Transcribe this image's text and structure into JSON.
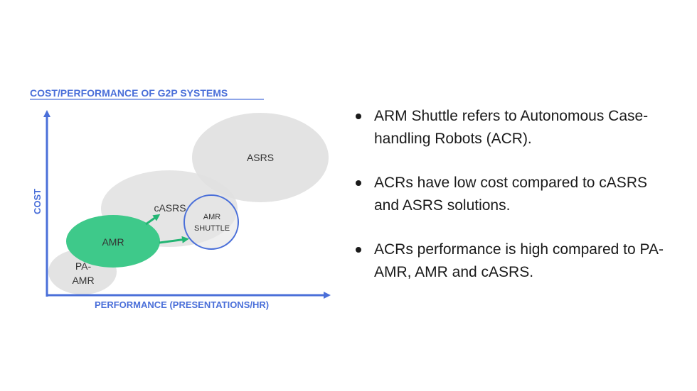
{
  "diagram": {
    "title": "COST/PERFORMANCE OF G2P SYSTEMS",
    "y_axis_label": "COST",
    "x_axis_label": "PERFORMANCE (PRESENTATIONS/HR)",
    "nodes": {
      "asrs": "ASRS",
      "casrs": "cASRS",
      "amr": "AMR",
      "pa_amr_line1": "PA-",
      "pa_amr_line2": "AMR",
      "amr_shuttle_line1": "AMR",
      "amr_shuttle_line2": "SHUTTLE"
    },
    "colors": {
      "axis": "#4a6fd9",
      "title": "#4a6fd9",
      "gray_ellipse": "#e0e0e0",
      "amr_fill": "#3ec98a",
      "arrow": "#22b573",
      "shuttle_stroke": "#4a6fd9"
    }
  },
  "bullets": [
    "ARM Shuttle refers to Autonomous Case-handling Robots (ACR).",
    "ACRs have low cost compared to cASRS and ASRS solutions.",
    "ACRs performance is high compared to PA-AMR, AMR and cASRS."
  ]
}
